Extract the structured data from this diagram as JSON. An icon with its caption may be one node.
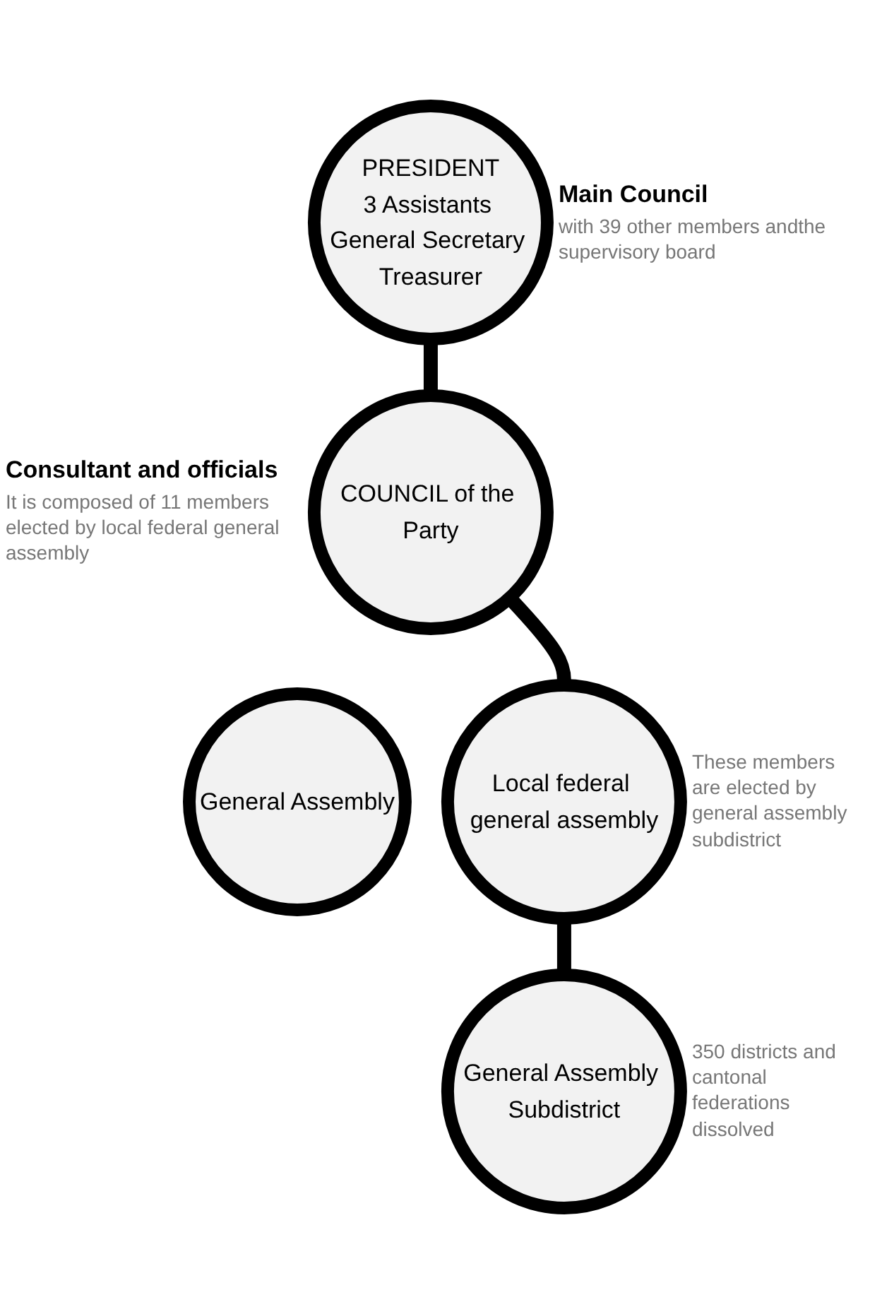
{
  "diagram": {
    "nodes": [
      {
        "text": [
          "PRESIDENT",
          "3 Assistants General Secretary Treasurer"
        ],
        "beside": [
          "Main Council",
          "with 39 other members andthe supervisory board"
        ]
      },
      {
        "text": [
          "COUNCIL of the Party"
        ],
        "beside": [
          "Consultant and officials",
          "It is composed of 11 members elected by local federal general assembly"
        ]
      },
      {
        "text": [
          "General Assembly"
        ]
      },
      {
        "text": [
          "Local federal general assembly"
        ],
        "beside": [
          "These members are elected by general assembly subdistrict"
        ]
      },
      {
        "text": [
          "General Assembly Subdistrict"
        ],
        "beside": [
          "350 districts and cantonal federations dissolved"
        ]
      }
    ],
    "edges": [
      {
        "from": 0,
        "to": 1,
        "arrow": "none"
      },
      {
        "from": 1,
        "to": 3,
        "arrow": "none"
      },
      {
        "from": 3,
        "to": 4,
        "arrow": "none"
      }
    ]
  }
}
